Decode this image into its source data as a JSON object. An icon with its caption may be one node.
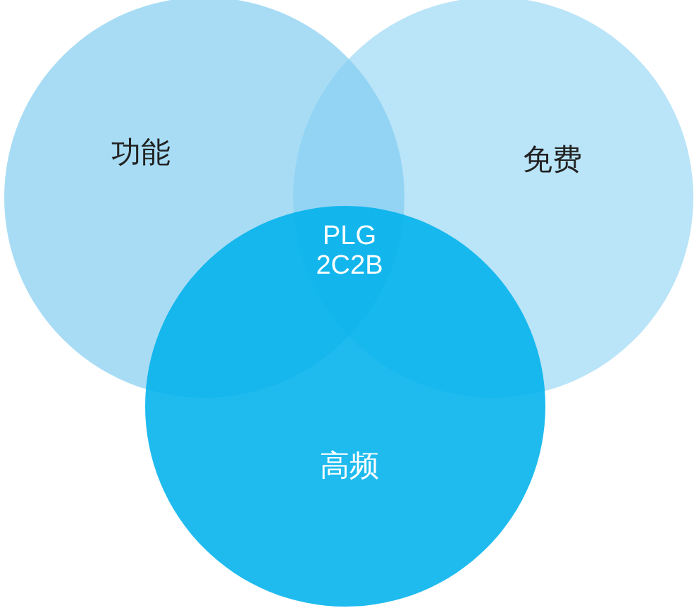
{
  "diagram": {
    "nodes": [
      {
        "text": [
          "功能"
        ]
      },
      {
        "text": [
          "免费"
        ]
      },
      {
        "text": [
          "高频"
        ]
      }
    ],
    "labels": [
      "PLG 2C2B"
    ]
  }
}
